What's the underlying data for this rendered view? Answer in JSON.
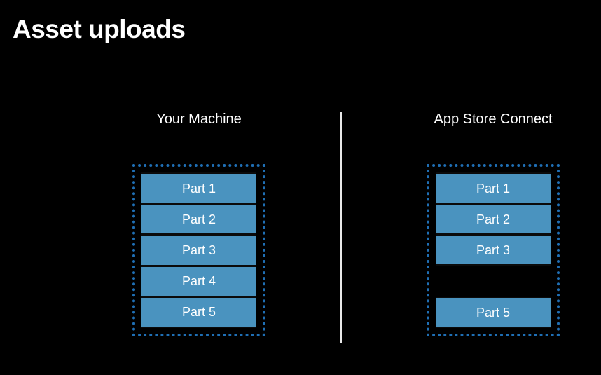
{
  "slide": {
    "title": "Asset uploads",
    "background_color": "#000000",
    "title_color": "#ffffff",
    "accent_fill": "#4a93bf",
    "dashed_border_color": "#1f6fb5",
    "divider_color": "#e8e8e8"
  },
  "panels": [
    {
      "heading": "Your Machine",
      "parts": [
        {
          "label": "Part 1",
          "present": true
        },
        {
          "label": "Part 2",
          "present": true
        },
        {
          "label": "Part 3",
          "present": true
        },
        {
          "label": "Part 4",
          "present": true
        },
        {
          "label": "Part 5",
          "present": true
        }
      ]
    },
    {
      "heading": "App Store Connect",
      "parts": [
        {
          "label": "Part 1",
          "present": true
        },
        {
          "label": "Part 2",
          "present": true
        },
        {
          "label": "Part 3",
          "present": true
        },
        {
          "label": "",
          "present": false
        },
        {
          "label": "Part 5",
          "present": true
        }
      ]
    }
  ]
}
